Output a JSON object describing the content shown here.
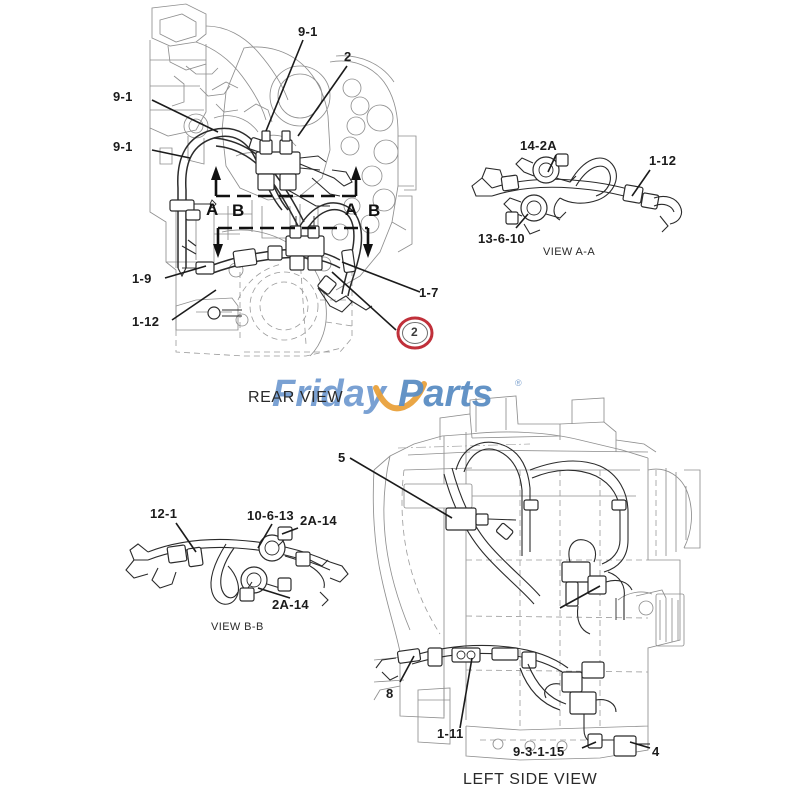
{
  "document": {
    "kind": "exploded-parts-diagram",
    "line_color": "#2b2b2b",
    "ghost_color": "#8d8d8d",
    "highlight_color": "#c0303a",
    "watermark": {
      "text_a": "Friday",
      "text_b": "Parts",
      "registered_mark": "®",
      "color": "#6f9ad0",
      "accent_color": "#e9a13b"
    }
  },
  "views": {
    "rear": {
      "title": "REAR VIEW",
      "section_letters": [
        "A",
        "B",
        "A",
        "B"
      ],
      "callouts": [
        {
          "id": "rear-9-1-top",
          "label": "9-1",
          "highlighted": false
        },
        {
          "id": "rear-2-top",
          "label": "2",
          "highlighted": false
        },
        {
          "id": "rear-9-1-mid",
          "label": "9-1",
          "highlighted": false
        },
        {
          "id": "rear-9-1-low",
          "label": "9-1",
          "highlighted": false
        },
        {
          "id": "rear-1-9",
          "label": "1-9",
          "highlighted": false
        },
        {
          "id": "rear-1-12",
          "label": "1-12",
          "highlighted": false
        },
        {
          "id": "rear-1-7",
          "label": "1-7",
          "highlighted": false
        },
        {
          "id": "rear-2-circled",
          "label": "2",
          "highlighted": true
        }
      ]
    },
    "a_a": {
      "title": "VIEW A-A",
      "callouts": [
        {
          "id": "aa-14-2a",
          "label": "14-2A",
          "highlighted": false
        },
        {
          "id": "aa-1-12",
          "label": "1-12",
          "highlighted": false
        },
        {
          "id": "aa-13-6-10",
          "label": "13-6-10",
          "highlighted": false
        }
      ]
    },
    "b_b": {
      "title": "VIEW B-B",
      "callouts": [
        {
          "id": "bb-12-1",
          "label": "12-1",
          "highlighted": false
        },
        {
          "id": "bb-10-6-13",
          "label": "10-6-13",
          "highlighted": false
        },
        {
          "id": "bb-2a-14-a",
          "label": "2A-14",
          "highlighted": false
        },
        {
          "id": "bb-2a-14-b",
          "label": "2A-14",
          "highlighted": false
        }
      ]
    },
    "left_side": {
      "title": "LEFT SIDE VIEW",
      "callouts": [
        {
          "id": "ls-5",
          "label": "5",
          "highlighted": false
        },
        {
          "id": "ls-8",
          "label": "8",
          "highlighted": false
        },
        {
          "id": "ls-1-11",
          "label": "1-11",
          "highlighted": false
        },
        {
          "id": "ls-9-3-1-15",
          "label": "9-3-1-15",
          "highlighted": false
        },
        {
          "id": "ls-4",
          "label": "4",
          "highlighted": false
        }
      ]
    }
  }
}
